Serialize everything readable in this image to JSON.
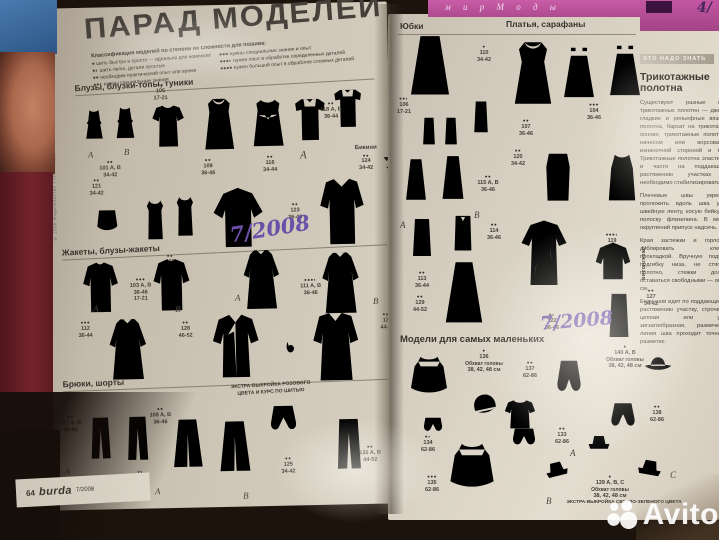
{
  "photo": {
    "strip_text": "м и р   М о д ы",
    "strip_hand": "4/",
    "watermark": "Avito",
    "imprint": "© 2008 Издательство «Энне Бурда ГмбХ & Ко. КГ», Оффенбург"
  },
  "lp": {
    "title": "ПАРАД МОДЕЛЕЙ",
    "hand": "7/2008",
    "legend": {
      "hdr": "Классификация моделей по степени их сложности для пошива:",
      "c1": [
        "● шить быстро и просто — идеально для новичков!",
        "●◐ шить легко, детали простые",
        "●● необходим практический опыт или время",
        "●●◐ нужны специальные знания"
      ],
      "c2": [
        "●●● нужны специальные знания и опыт",
        "●●●◐ нужен опыт в обработке определенных деталей",
        "●●●● нужен большой опыт в обработке сложных деталей"
      ]
    },
    "s1": {
      "h": "Блузы, блузки-топы, туники",
      "items": [
        {
          "d": "●●",
          "n": "101 A, B",
          "s": "34-42",
          "v": "A",
          "v2": "B"
        },
        {
          "d": "●●",
          "n": "105",
          "s": "17-21"
        },
        {
          "d": "●●",
          "n": "109",
          "s": "36-46"
        },
        {
          "d": "●●",
          "n": "116",
          "s": "34-44"
        },
        {
          "d": "●●",
          "n": "118 A, B",
          "s": "36-44",
          "v": "A"
        },
        {
          "lbl": "Бикини",
          "d": "●●",
          "n": "124",
          "s": "34-42"
        },
        {
          "d": "●●",
          "n": "121",
          "s": "34-42"
        },
        {
          "d": "●●",
          "n": "126",
          "s": "36-46"
        },
        {
          "d": "●●",
          "n": "123",
          "s": "36-46"
        }
      ]
    },
    "s2": {
      "h": "Жакеты, блузы-жакеты",
      "items": [
        {
          "d": "●●●",
          "n": "103 A, B",
          "s": "36-46",
          "s2": "17-21",
          "v": "A",
          "v2": "B"
        },
        {
          "d": "●●●◐",
          "n": "111 A, B",
          "s": "36-46",
          "v": "A",
          "v2": "B"
        },
        {
          "d": "●●●",
          "n": "112",
          "s": "36-44"
        },
        {
          "d": "●●",
          "n": "128",
          "s": "46-52"
        },
        {
          "d": "●●●",
          "n": "130",
          "s": "44-52"
        }
      ]
    },
    "s3": {
      "h": "Брюки, шорты",
      "note": "ЭКСТРА-ВЫКРОЙКА РОЗОВОГО ЦВЕТА И КУРС ПО ШИТЬЮ",
      "items": [
        {
          "d": "●●",
          "n": "117 A, B",
          "s": "36-44",
          "v": "A",
          "v2": "B"
        },
        {
          "d": "●●",
          "n": "108 A, B",
          "s": "36-46",
          "v": "A",
          "v2": "B"
        },
        {
          "d": "●●",
          "n": "125",
          "s": "34-42"
        },
        {
          "d": "●●",
          "n": "131 A, B",
          "s": "44-52"
        }
      ]
    },
    "footer": {
      "page": "64",
      "brand": "burda",
      "issue": "7/2008"
    }
  },
  "rp": {
    "hand": "7/2008",
    "s1": {
      "h": "Юбки",
      "items": [
        {
          "d": "●",
          "n": "110",
          "s": "34-42"
        },
        {
          "d": "●●◐",
          "n": "106",
          "s": "17-21"
        },
        {
          "d": "●●",
          "n": "115 A, B",
          "s": "36-46",
          "v": "A",
          "v2": "B"
        },
        {
          "d": "●●",
          "n": "113",
          "s": "36-44"
        },
        {
          "d": "●●",
          "n": "114",
          "s": "36-46"
        },
        {
          "d": "●●",
          "n": "129",
          "s": "44-52"
        }
      ]
    },
    "s2": {
      "h": "Платья, сарафаны",
      "items": [
        {
          "d": "●●",
          "n": "107",
          "s": "36-46"
        },
        {
          "d": "●●●",
          "n": "104",
          "s": "36-46"
        },
        {
          "d": "●●",
          "n": "120",
          "s": "34-42"
        },
        {
          "d": "●●●◐",
          "n": "119",
          "s": "36-44"
        },
        {
          "d": "●◐",
          "n": "122",
          "s": "36-46"
        },
        {
          "lbl": "Эксклюзив",
          "d": "●●",
          "n": "127",
          "s": "34-42"
        }
      ]
    },
    "s3": {
      "h": "Модели для самых маленьких",
      "note": "ЭКСТРА-ВЫКРОЙКА СВЕТЛО-ЗЕЛЕНОГО ЦВЕТА",
      "items": [
        {
          "d": "●",
          "n": "136",
          "sl": "Обхват головы",
          "s": "38, 42, 48 см"
        },
        {
          "d": "●●",
          "n": "137",
          "s": "62-86"
        },
        {
          "d": "●",
          "n": "140 A, B",
          "sl": "Обхват головы",
          "s": "38, 42, 48 см"
        },
        {
          "d": "●●",
          "n": "133",
          "s": "62-86"
        },
        {
          "d": "●●",
          "n": "138",
          "s": "62-86"
        },
        {
          "d": "●◐",
          "n": "134",
          "s": "62-86"
        },
        {
          "d": "●●●",
          "n": "135",
          "s": "62-86"
        },
        {
          "d": "●",
          "n": "139 A, B, C",
          "sl": "Обхват головы",
          "s": "38, 42, 48 см",
          "v": "A",
          "v2": "B",
          "v3": "C"
        }
      ]
    },
    "article": {
      "banner": "ЭТО НАДО ЗНАТЬ",
      "title": "Трикотажные полотна",
      "body": [
        "Существуют разные виды трикотажных полотен — джерси, гладкие и рельефные вязаные полотна, бархат на трикотажной основе, трикотажные полотна с начесом или ворсованной изнаночной стороной и т. д. Трикотажные полотна эластичны, и часто на поддающихся растяжению участках их необходимо стабилизировать.",
        "Плечевые швы укрепить: проложить вдоль шва узкую швейную ленту, косую бейку или полоску флизелина. В местах округлений припуск надсечь.",
        "Края застежки и горловину дублировать клеевой прокладкой. Вручную подшить подгибку низа, не стягивая полотно, стежки должны оставаться свободными — ок. 0,5 см.",
        "Если шов идет по поддающемуся растяжению участку, строчка — цепная или узкая зигзагообразная, размеченная линия шва проходит точно по разметке."
      ]
    }
  }
}
